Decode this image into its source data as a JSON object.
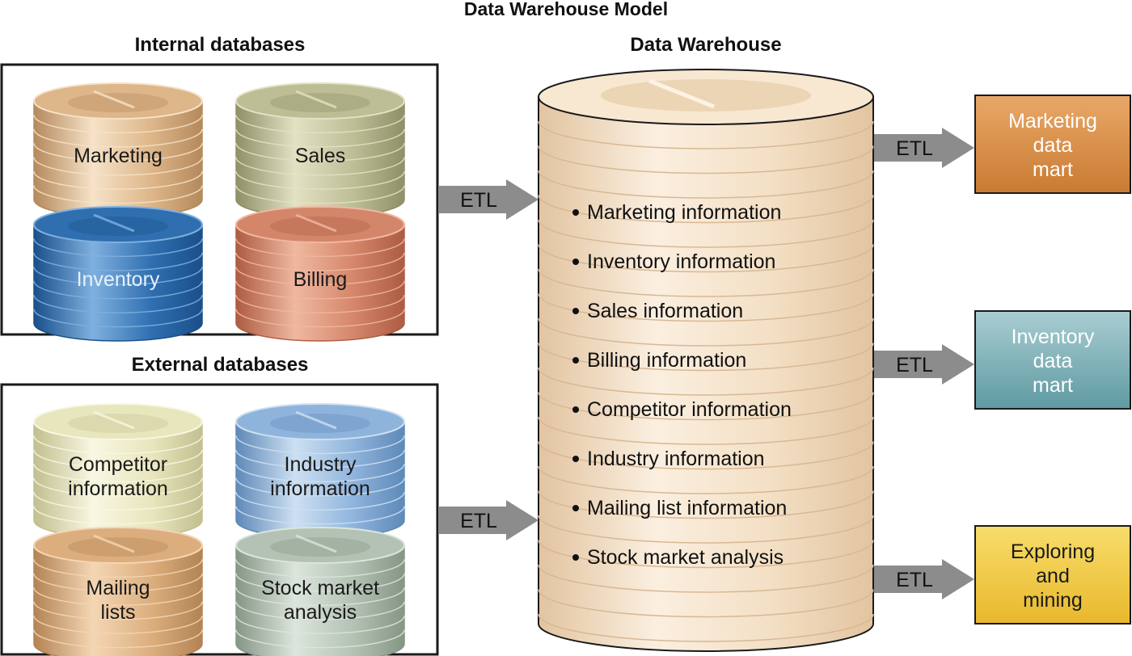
{
  "title": "Data Warehouse Model",
  "internal": {
    "heading": "Internal databases",
    "dbs": [
      {
        "lines": [
          "Marketing"
        ],
        "color": "#ddb689",
        "light": "#f6e2c8",
        "dark": "#b48a5c",
        "text_color": "#1a1a1a"
      },
      {
        "lines": [
          "Sales"
        ],
        "color": "#bdbd96",
        "light": "#e2e2c4",
        "dark": "#8f8f68",
        "text_color": "#1a1a1a"
      },
      {
        "lines": [
          "Inventory"
        ],
        "color": "#2f6fb0",
        "light": "#7fb0df",
        "dark": "#1a4f8a",
        "text_color": "#e8f0fa"
      },
      {
        "lines": [
          "Billing"
        ],
        "color": "#d4866a",
        "light": "#f0b8a0",
        "dark": "#ad5c42",
        "text_color": "#1a1a1a"
      }
    ]
  },
  "external": {
    "heading": "External databases",
    "dbs": [
      {
        "lines": [
          "Competitor",
          "information"
        ],
        "color": "#e8e6bd",
        "light": "#f8f7e2",
        "dark": "#c2c08f",
        "text_color": "#1a1a1a"
      },
      {
        "lines": [
          "Industry",
          "information"
        ],
        "color": "#8fb4dc",
        "light": "#cde0f2",
        "dark": "#5f89b8",
        "text_color": "#1a1a1a"
      },
      {
        "lines": [
          "Mailing",
          "lists"
        ],
        "color": "#dcae7e",
        "light": "#f4d6b4",
        "dark": "#b38353",
        "text_color": "#1a1a1a"
      },
      {
        "lines": [
          "Stock market",
          "analysis"
        ],
        "color": "#b3c2b4",
        "light": "#dce5dc",
        "dark": "#869685",
        "text_color": "#1a1a1a"
      }
    ]
  },
  "warehouse": {
    "heading": "Data Warehouse",
    "color": "#f3dfc4",
    "items": [
      "Marketing information",
      "Inventory information",
      "Sales information",
      "Billing information",
      "Competitor information",
      "Industry information",
      "Mailing list information",
      "Stock market analysis"
    ]
  },
  "etl_label": "ETL",
  "marts": [
    {
      "lines": [
        "Marketing",
        "data",
        "mart"
      ],
      "color_top": "#e9a868",
      "color_bottom": "#c97b32",
      "text_color": "#ffffff"
    },
    {
      "lines": [
        "Inventory",
        "data",
        "mart"
      ],
      "color_top": "#a9cdd2",
      "color_bottom": "#5f9aa2",
      "text_color": "#ffffff"
    },
    {
      "lines": [
        "Exploring",
        "and",
        "mining"
      ],
      "color_top": "#f8dd6c",
      "color_bottom": "#e8b82c",
      "text_color": "#1a1a1a"
    }
  ],
  "colors": {
    "arrow": "#8c8c8c",
    "border": "#1a1a1a"
  }
}
